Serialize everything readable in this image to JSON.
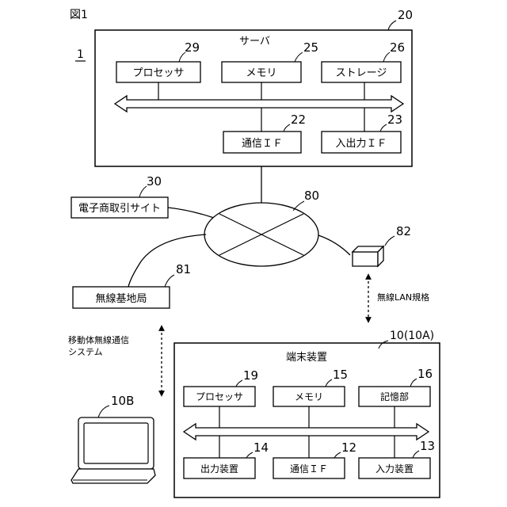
{
  "figure_label": "図1",
  "system_ref": "1",
  "server": {
    "ref": "20",
    "title": "サーバ",
    "processor": {
      "label": "プロセッサ",
      "ref": "29"
    },
    "memory": {
      "label": "メモリ",
      "ref": "25"
    },
    "storage": {
      "label": "ストレージ",
      "ref": "26"
    },
    "comm_if": {
      "label": "通信ＩＦ",
      "ref": "22"
    },
    "io_if": {
      "label": "入出力ＩＦ",
      "ref": "23"
    }
  },
  "ecommerce_site": {
    "label": "電子商取引サイト",
    "ref": "30"
  },
  "network_ref": "80",
  "base_station": {
    "label": "無線基地局",
    "ref": "81"
  },
  "device_82_ref": "82",
  "wireless_lan": {
    "line1": "無線LAN規格"
  },
  "mobile_comm": {
    "line1": "移動体無線通信",
    "line2": "システム"
  },
  "terminal": {
    "ref": "10(10A)",
    "title": "端末装置",
    "processor": {
      "label": "プロセッサ",
      "ref": "19"
    },
    "memory": {
      "label": "メモリ",
      "ref": "15"
    },
    "storage": {
      "label": "記憶部",
      "ref": "16"
    },
    "output": {
      "label": "出力装置",
      "ref": "14"
    },
    "comm_if": {
      "label": "通信ＩＦ",
      "ref": "12"
    },
    "input": {
      "label": "入力装置",
      "ref": "13"
    }
  },
  "laptop_ref": "10B"
}
